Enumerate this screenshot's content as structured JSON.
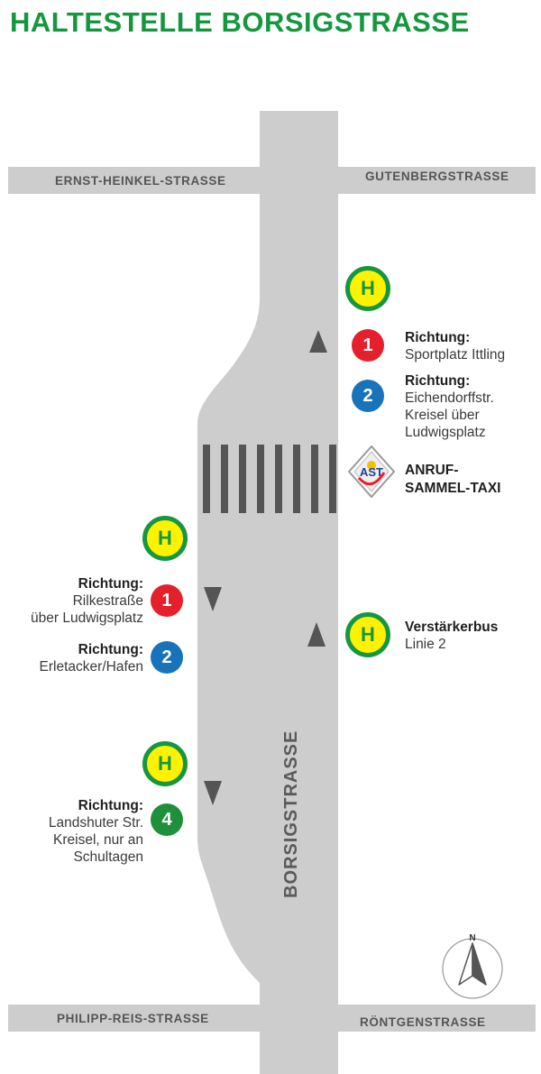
{
  "title": "HALTESTELLE BORSIGSTRASSE",
  "colors": {
    "title_green": "#15973f",
    "road_gray": "#cdcdcd",
    "stop_yellow": "#fff200",
    "stop_green": "#15973f",
    "line1_red": "#e3202b",
    "line2_blue": "#1873ba",
    "line4_green": "#1e8f3a",
    "arrow_gray": "#555555",
    "crosswalk": "#555555"
  },
  "streets": {
    "top_left": "ERNST-HEINKEL-STRASSE",
    "top_right": "GUTENBERGSTRASSE",
    "bottom_left": "PHILIPP-REIS-STRASSE",
    "bottom_right": "RÖNTGENSTRASSE",
    "main": "BORSIGSTRASSE"
  },
  "stop_symbol": "H",
  "right_stops": {
    "stop1": {
      "routes": [
        {
          "number": "1",
          "heading": "Richtung:",
          "lines": [
            "Sportplatz Ittling"
          ]
        },
        {
          "number": "2",
          "heading": "Richtung:",
          "lines": [
            "Eichendorffstr.",
            "Kreisel über",
            "Ludwigsplatz"
          ]
        }
      ]
    },
    "ast": {
      "logo_text": "AST",
      "line1": "ANRUF-",
      "line2": "SAMMEL-TAXI"
    },
    "stop2": {
      "heading": "Verstärkerbus",
      "line": "Linie 2"
    }
  },
  "left_stops": {
    "stop1": {
      "routes": [
        {
          "number": "1",
          "heading": "Richtung:",
          "lines": [
            "Rilkestraße",
            "über Ludwigsplatz"
          ]
        },
        {
          "number": "2",
          "heading": "Richtung:",
          "lines": [
            "Erletacker/Hafen"
          ]
        }
      ]
    },
    "stop2": {
      "routes": [
        {
          "number": "4",
          "heading": "Richtung:",
          "lines": [
            "Landshuter Str.",
            "Kreisel, nur an",
            "Schultagen"
          ]
        }
      ]
    }
  },
  "compass": {
    "north_label": "N"
  }
}
